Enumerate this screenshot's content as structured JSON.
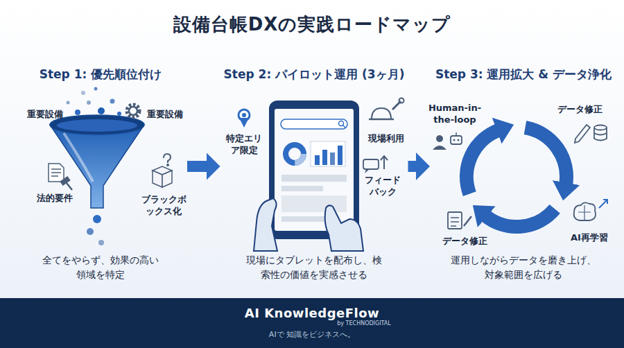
{
  "diagram": {
    "title": "設備台帳DXの実践ロードマップ",
    "nodes": [
      {
        "text": [
          "Step 1: 優先順位付け",
          "全てをやらず、効果の高い領域を特定"
        ]
      },
      {
        "text": [
          "Step 2: パイロット運用 (3ヶ月)",
          "現場にタブレットを配布し、検索性の価値を実感させる"
        ]
      },
      {
        "text": [
          "Step 3: 運用拡大 & データ浄化",
          "運用しながらデータを磨き上げ、対象範囲を広げる"
        ]
      },
      {
        "text": [
          "AI KnowledgeFlow",
          "by TECHNODIGITAL",
          "AIで 知識をビジネスへ。"
        ]
      }
    ],
    "edges": [
      {
        "from": 0,
        "to": 1,
        "arrow": "to"
      },
      {
        "from": 1,
        "to": 2,
        "arrow": "to"
      }
    ],
    "labels": [
      "重要設備",
      "重要設備",
      "法的要件",
      "ブラックボックス化",
      "特定エリア限定",
      "現場利用",
      "フィードバック",
      "Human-in-the-loop",
      "データ修正",
      "データ修正",
      "AI再学習"
    ]
  }
}
